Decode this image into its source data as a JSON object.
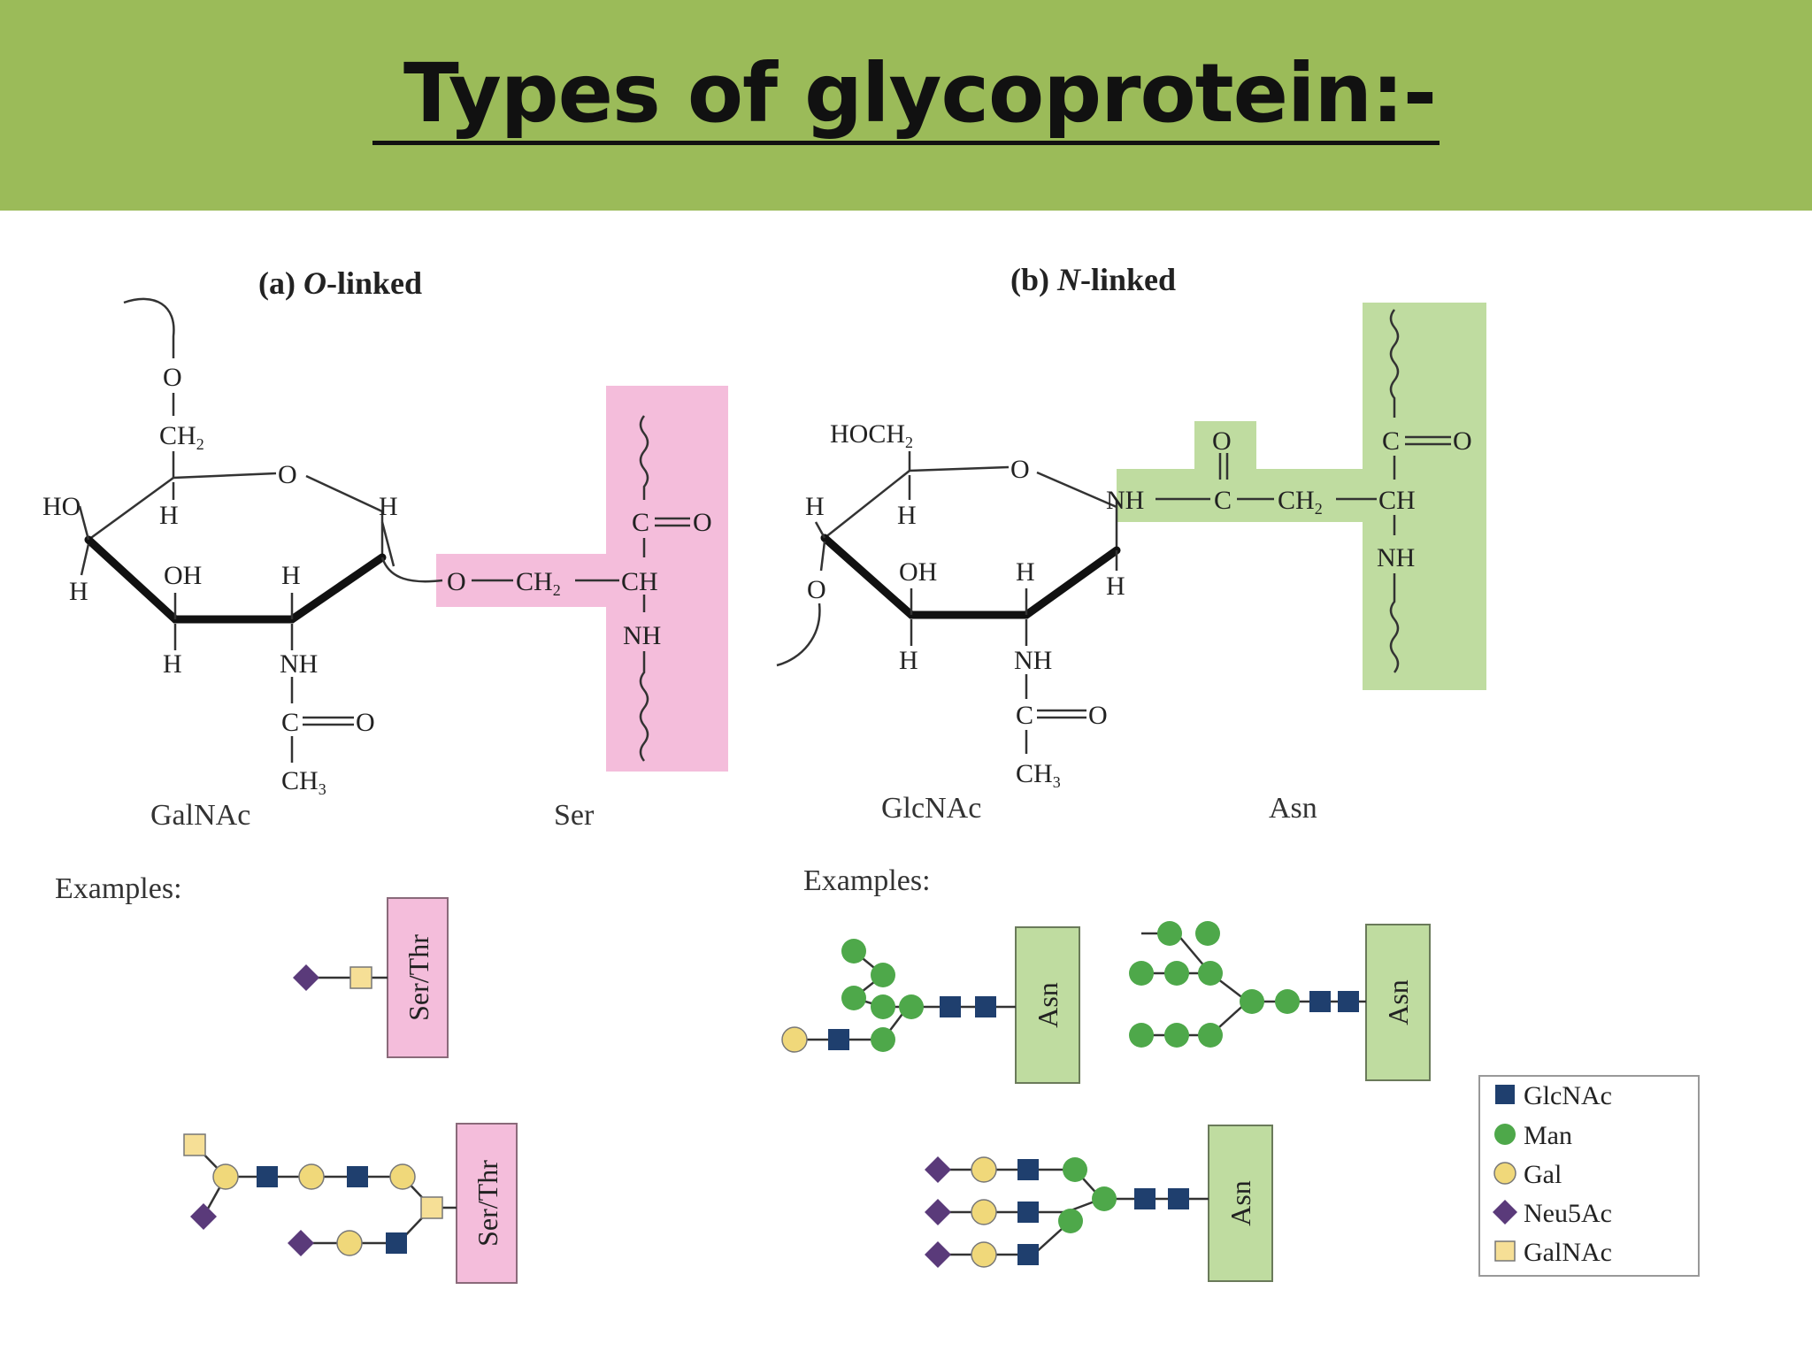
{
  "slide": {
    "title": " Types of glycoprotein:-"
  },
  "colors": {
    "header_bg": "#9bbb59",
    "pink_box": "#f4bddb",
    "green_box": "#bfdca0",
    "glcnac": "#1f3f6e",
    "man": "#4ea84a",
    "gal": "#f0d87a",
    "neu5ac": "#5a3a7a",
    "galnac": "#f6df96"
  },
  "panel_a": {
    "heading_prefix": "(a) ",
    "heading_italic": "O",
    "heading_suffix": "-linked",
    "atoms": {
      "o_top": "O",
      "ch2": "CH",
      "ch2_sub": "2",
      "ring_o": "O",
      "ho": "HO",
      "h1": "H",
      "h2": "H",
      "h3": "H",
      "oh": "OH",
      "h4": "H",
      "h5": "H",
      "nh": "NH",
      "c": "C",
      "o_carbonyl": "O",
      "ch3": "CH",
      "ch3_sub": "3"
    },
    "linker": {
      "o": "O",
      "ch2": "CH",
      "ch2_sub": "2",
      "ch": "CH",
      "c": "C",
      "o_eq": "O",
      "nh": "NH"
    },
    "sugar_label": "GalNAc",
    "amino_acid_label": "Ser",
    "examples_label": "Examples:",
    "anchor_label": "Ser/Thr"
  },
  "panel_b": {
    "heading_prefix": "(b) ",
    "heading_italic": "N",
    "heading_suffix": "-linked",
    "atoms": {
      "hoch2": "HOCH",
      "hoch2_sub": "2",
      "ring_o": "O",
      "h1": "H",
      "h2": "H",
      "h3": "H",
      "o_left": "O",
      "oh": "OH",
      "h4": "H",
      "h5": "H",
      "nh": "NH",
      "c": "C",
      "o_carbonyl": "O",
      "ch3": "CH",
      "ch3_sub": "3"
    },
    "linker": {
      "nh": "NH",
      "c": "C",
      "o_top": "O",
      "ch2": "CH",
      "ch2_sub": "2",
      "ch": "CH",
      "c2": "C",
      "o_eq": "O",
      "nh2": "NH"
    },
    "sugar_label": "GlcNAc",
    "amino_acid_label": "Asn",
    "examples_label": "Examples:",
    "anchor_label": "Asn"
  },
  "legend": {
    "items": [
      {
        "symbol": "square",
        "color": "#1f3f6e",
        "label": "GlcNAc"
      },
      {
        "symbol": "circle",
        "color": "#4ea84a",
        "label": "Man"
      },
      {
        "symbol": "circle",
        "color": "#f0d87a",
        "label": "Gal"
      },
      {
        "symbol": "diamond",
        "color": "#5a3a7a",
        "label": "Neu5Ac"
      },
      {
        "symbol": "square",
        "color": "#f6df96",
        "label": "GalNAc"
      }
    ]
  }
}
